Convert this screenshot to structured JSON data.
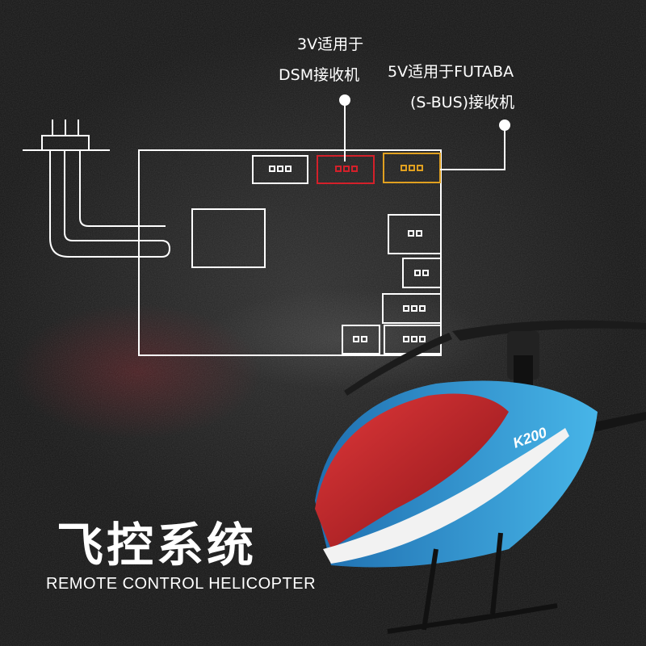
{
  "labels": {
    "three_v_line1": "3V适用于",
    "three_v_line2": "DSM接收机",
    "five_v_line1": "5V适用于FUTABA",
    "five_v_line2": "(S-BUS)接收机"
  },
  "title": "飞控系统",
  "subtitle": "REMOTE CONTROL HELICOPTER",
  "helicopter_badge": "K200",
  "colors": {
    "background": "#1a1a1a",
    "outline": "#ffffff",
    "dsm_port": "#d4202a",
    "futaba_port": "#e0a020",
    "heli_red": "#c0222a",
    "heli_blue": "#2a8fd0"
  }
}
